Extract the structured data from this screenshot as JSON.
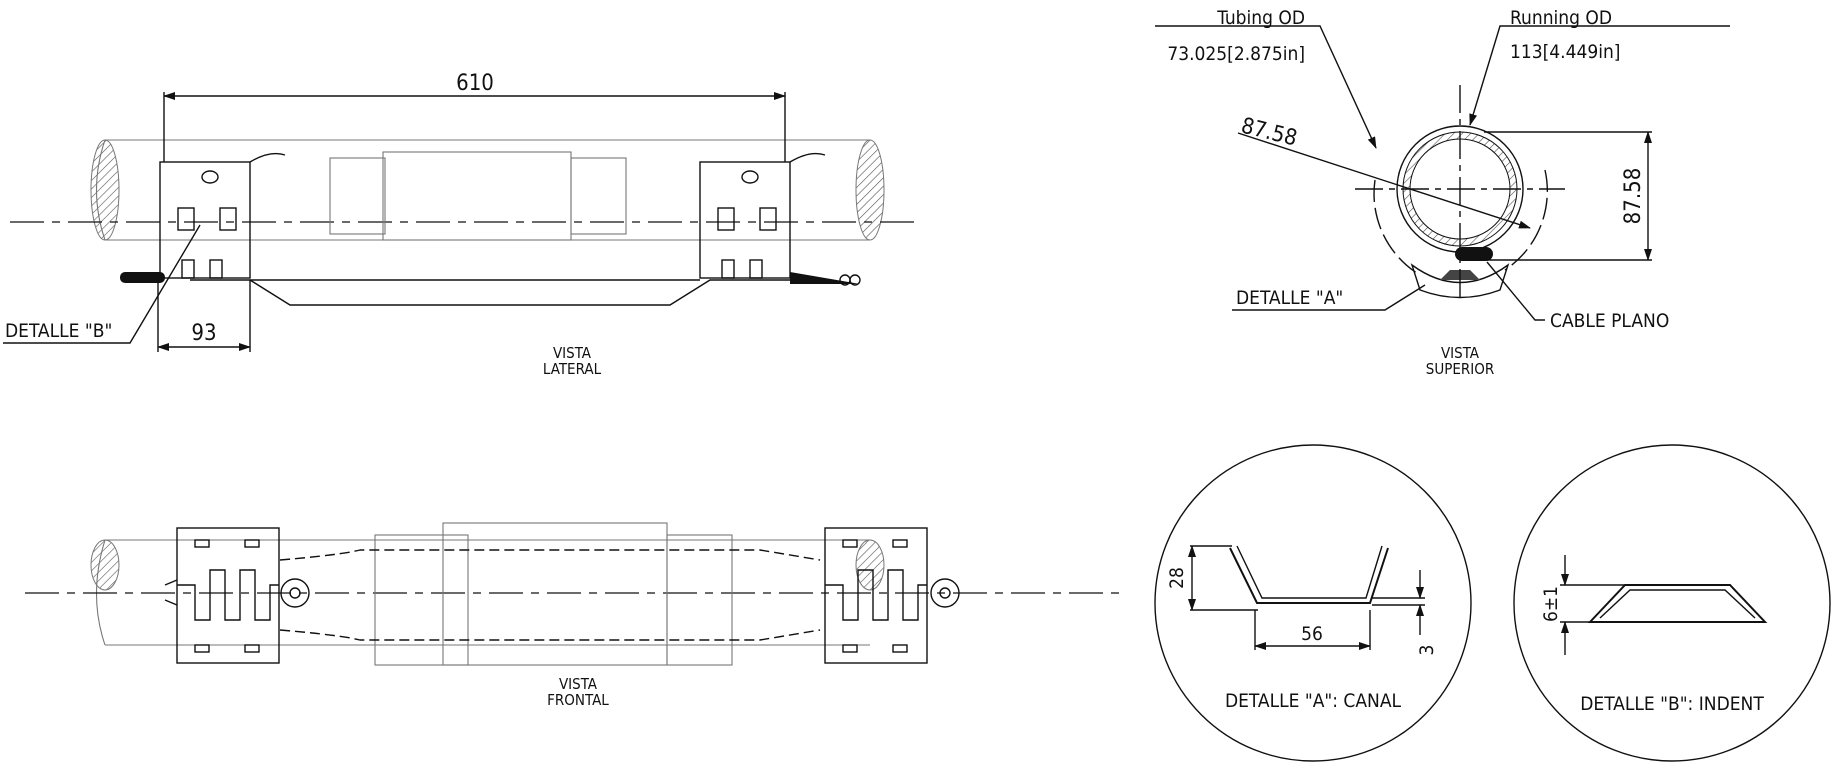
{
  "lateral_view": {
    "title_line1": "VISTA",
    "title_line2": "LATERAL",
    "dim_overall": "610",
    "dim_clamp": "93",
    "detail_b_label": "DETALLE \"B\""
  },
  "top_view": {
    "title_line1": "VISTA",
    "title_line2": "SUPERIOR",
    "tubing_od_label": "Tubing OD",
    "tubing_od_value": "73.025[2.875in]",
    "running_od_label": "Running OD",
    "running_od_value": "113[4.449in]",
    "dim_diagonal": "87.58",
    "dim_vertical": "87.58",
    "detail_a_label": "DETALLE \"A\"",
    "cable_label": "CABLE PLANO"
  },
  "front_view": {
    "title_line1": "VISTA",
    "title_line2": "FRONTAL"
  },
  "detail_a": {
    "caption": "DETALLE \"A\": CANAL",
    "dim_height": "28",
    "dim_width": "56",
    "dim_thickness": "3"
  },
  "detail_b": {
    "caption": "DETALLE \"B\": INDENT",
    "dim_height": "6±1"
  }
}
